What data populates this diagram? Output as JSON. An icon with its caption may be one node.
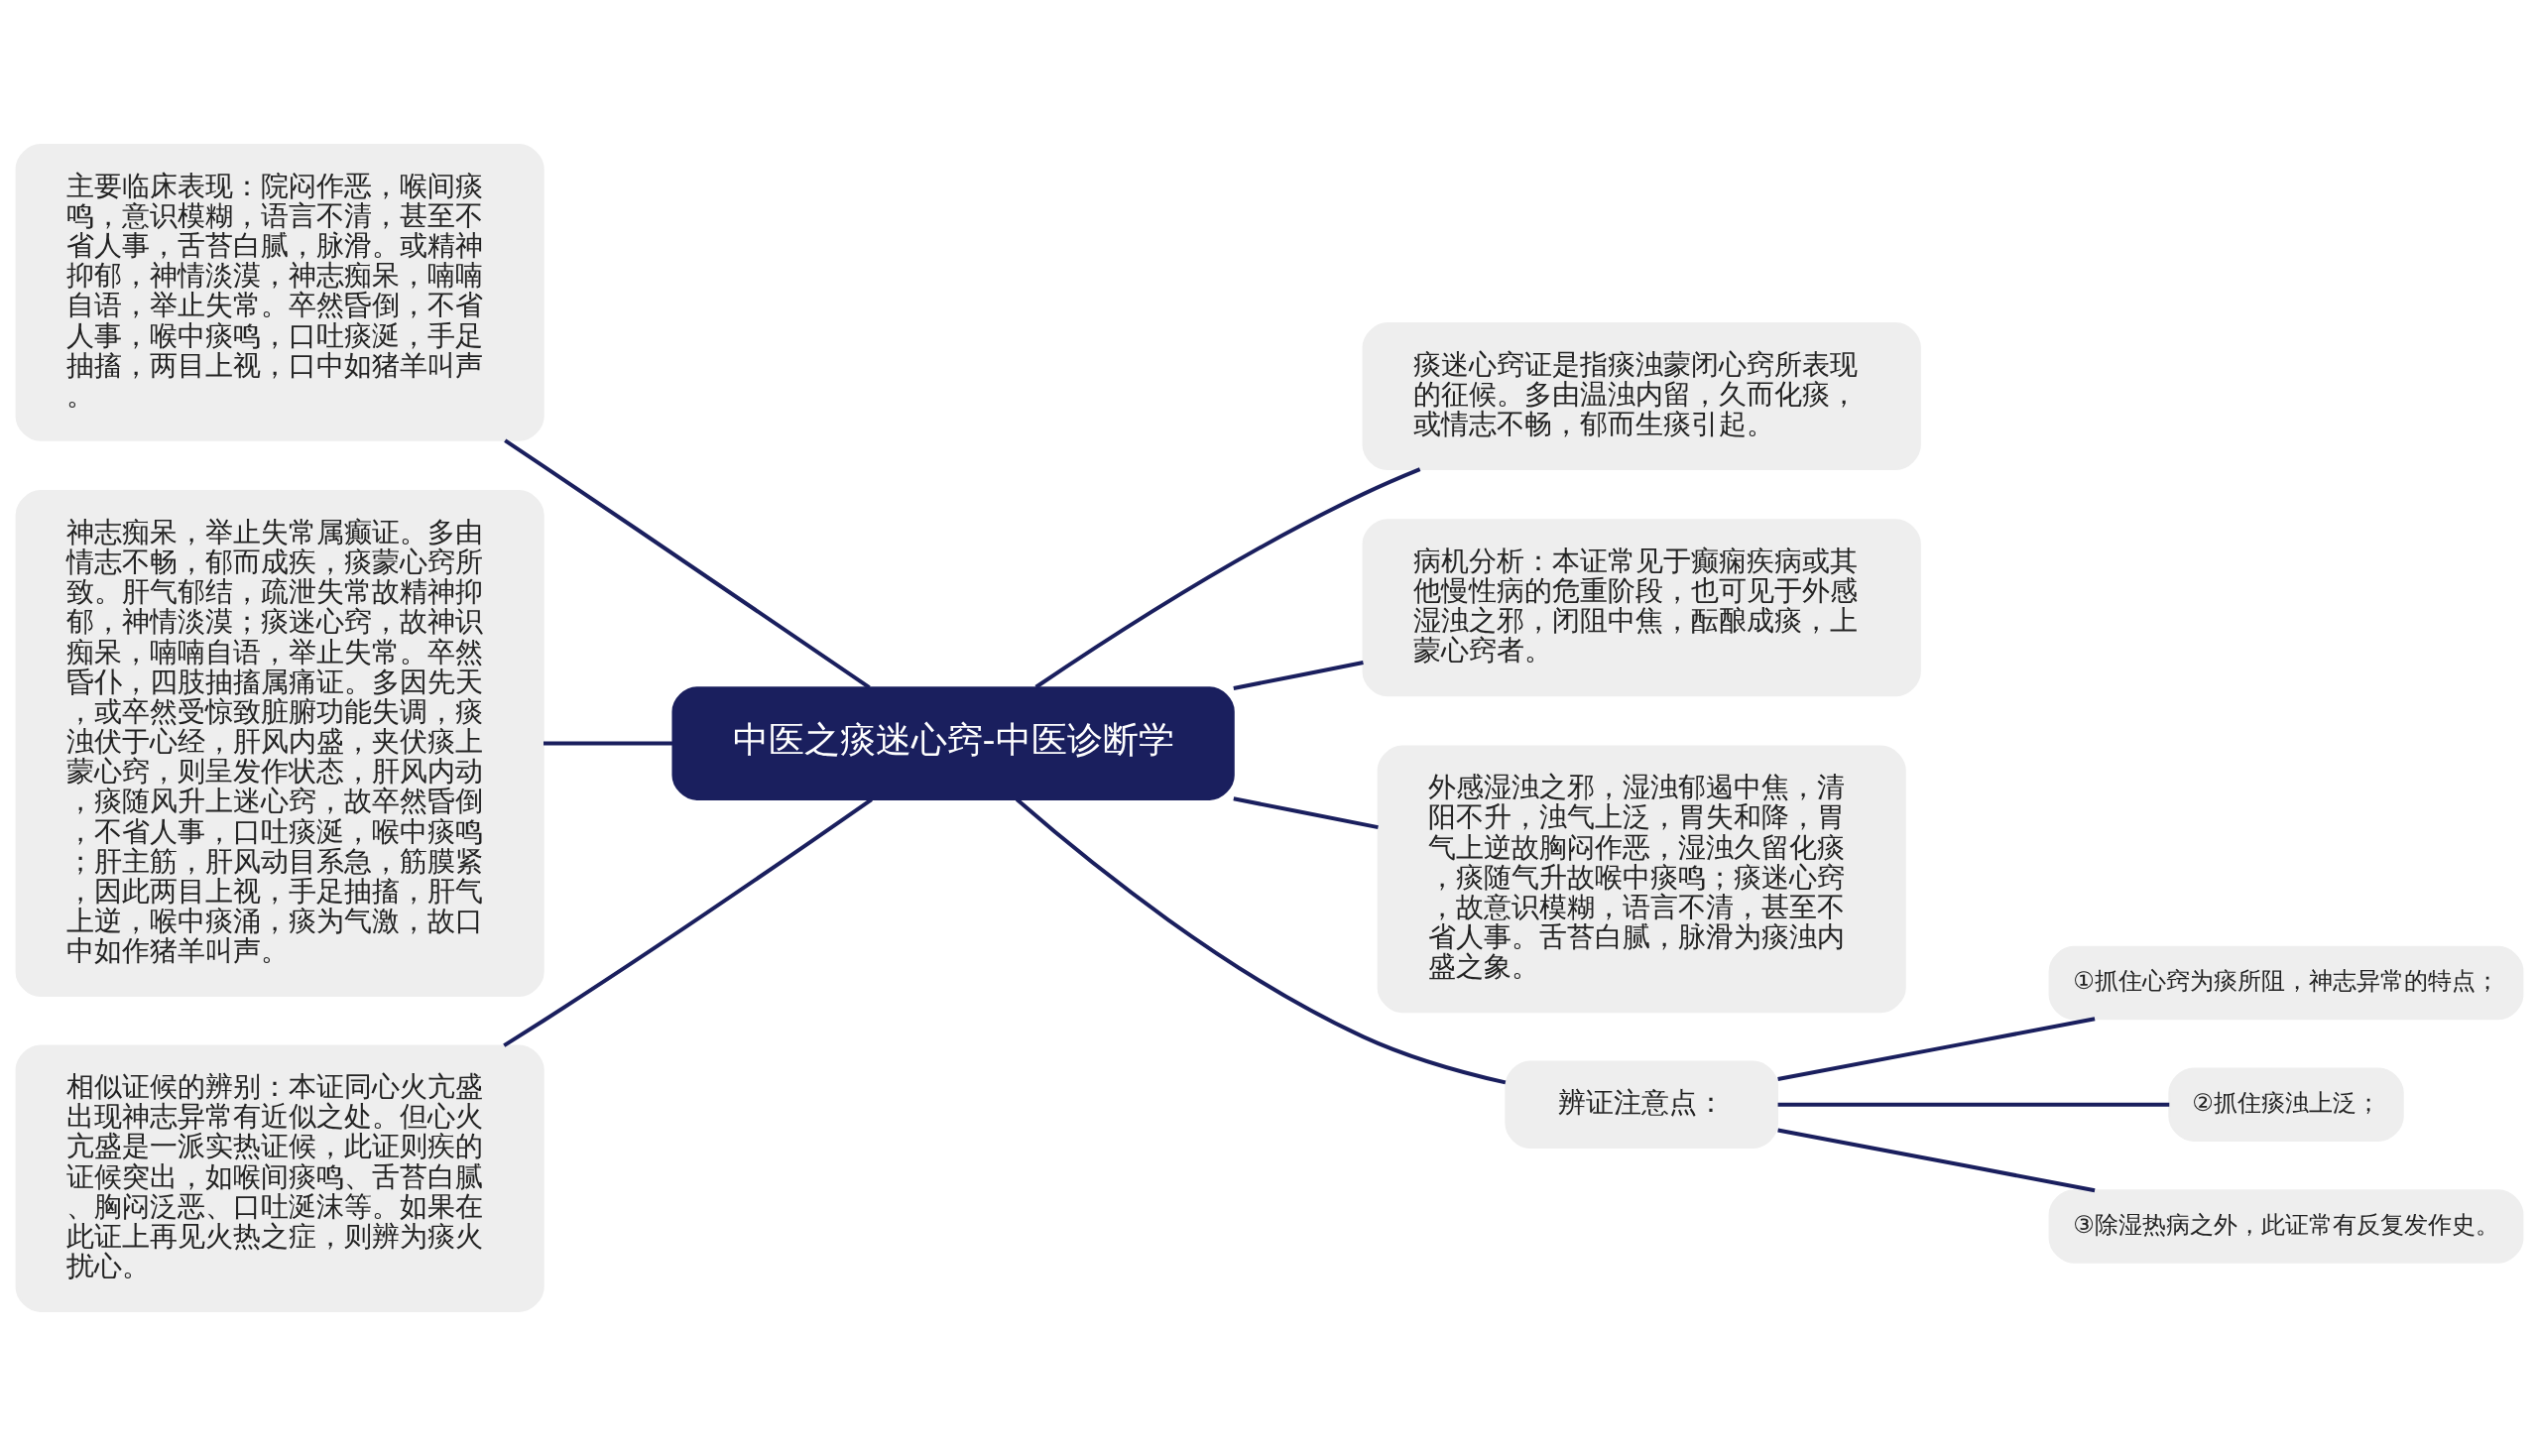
{
  "diagram": {
    "nodes": [
      {
        "text": [
          "中医之痰迷心窍-中医诊断学"
        ]
      },
      {
        "text": [
          "主要临床表现：院闷作恶，喉间痰鸣，意识模糊，语言不清，甚至不省人事，舌苔白腻，脉滑。或精神抑郁，神情淡漠，神志痴呆，喃喃自语，举止失常。卒然昏倒，不省人事，喉中痰鸣，口吐痰涎，手足抽搐，两目上视，口中如猪羊叫声。"
        ]
      },
      {
        "text": [
          "神志痴呆，举止失常属癫证。多由情志不畅，郁而成疾，痰蒙心窍所致。肝气郁结，疏泄失常故精神抑郁，神情淡漠；痰迷心窍，故神识痴呆，喃喃自语，举止失常。卒然昏仆，四肢抽搐属痛证。多因先天，或卒然受惊致脏腑功能失调，痰浊伏于心经，肝风内盛，夹伏痰上蒙心窍，则呈发作状态，肝风内动，痰随风升上迷心窍，故卒然昏倒，不省人事，口吐痰涎，喉中痰鸣；肝主筋，肝风动目系急，筋膜紧，因此两目上视，手足抽搐，肝气上逆，喉中痰涌，痰为气激，故口中如作猪羊叫声。"
        ]
      },
      {
        "text": [
          "相似证候的辨别：本证同心火亢盛出现神志异常有近似之处。但心火亢盛是一派实热证候，此证则疾的证候突出，如喉间痰鸣、舌苔白腻、胸闷泛恶、口吐涎沫等。如果在此证上再见火热之症，则辨为痰火扰心。"
        ]
      },
      {
        "text": [
          "痰迷心窍证是指痰浊蒙闭心窍所表现的征候。多由温浊内留，久而化痰，或情志不畅，郁而生痰引起。"
        ]
      },
      {
        "text": [
          "病机分析：本证常见于癫痫疾病或其他慢性病的危重阶段，也可见于外感湿浊之邪，闭阻中焦，酝酿成痰，上蒙心窍者。"
        ]
      },
      {
        "text": [
          "外感湿浊之邪，湿浊郁遏中焦，清阳不升，浊气上泛，胃失和降，胃气上逆故胸闷作恶，湿浊久留化痰，痰随气升故喉中痰鸣；痰迷心窍，故意识模糊，语言不清，甚至不省人事。舌苔白腻，脉滑为痰浊内盛之象。"
        ]
      },
      {
        "text": [
          "辨证注意点："
        ]
      },
      {
        "text": [
          "①抓住心窍为痰所阻，神志异常的特点；"
        ]
      },
      {
        "text": [
          "②抓住痰浊上泛；"
        ]
      },
      {
        "text": [
          "③除湿热病之外，此证常有反复发作史。"
        ]
      }
    ],
    "edges": [
      {
        "from": 0,
        "to": 1,
        "arrow": "none"
      },
      {
        "from": 0,
        "to": 2,
        "arrow": "none"
      },
      {
        "from": 0,
        "to": 3,
        "arrow": "none"
      },
      {
        "from": 0,
        "to": 4,
        "arrow": "none"
      },
      {
        "from": 0,
        "to": 5,
        "arrow": "none"
      },
      {
        "from": 0,
        "to": 6,
        "arrow": "none"
      },
      {
        "from": 0,
        "to": 7,
        "arrow": "none"
      },
      {
        "from": 7,
        "to": 8,
        "arrow": "none"
      },
      {
        "from": 7,
        "to": 9,
        "arrow": "none"
      },
      {
        "from": 7,
        "to": 10,
        "arrow": "none"
      }
    ]
  }
}
